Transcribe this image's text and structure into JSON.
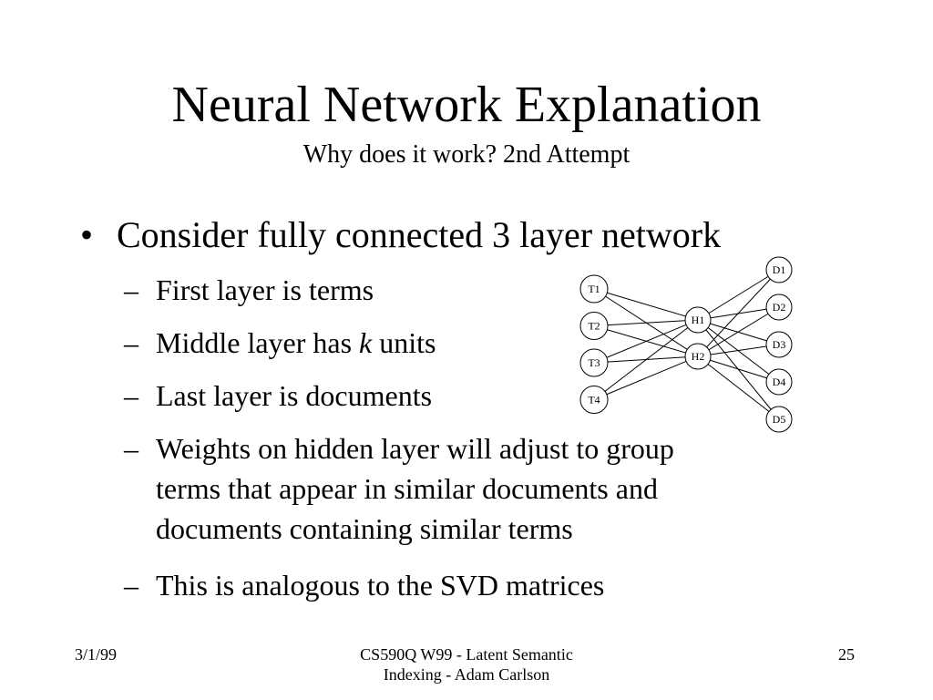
{
  "slide": {
    "title": "Neural Network Explanation",
    "subtitle": "Why does it work? 2nd Attempt"
  },
  "bullets": {
    "main": {
      "marker": "•",
      "text": "Consider fully connected 3 layer network"
    },
    "sub": [
      {
        "marker": "–",
        "text": "First layer is terms"
      },
      {
        "marker": "–",
        "text_before": "Middle layer has ",
        "text_italic": "k",
        "text_after": " units"
      },
      {
        "marker": "–",
        "text": "Last layer is documents"
      },
      {
        "marker": "–",
        "line1": "Weights on hidden layer will adjust to group",
        "line2": "terms that appear in similar documents and",
        "line3": "documents containing similar terms"
      },
      {
        "marker": "–",
        "text": "This is analogous to the SVD matrices"
      }
    ]
  },
  "diagram": {
    "input_nodes": [
      "T1",
      "T2",
      "T3",
      "T4"
    ],
    "hidden_nodes": [
      "H1",
      "H2"
    ],
    "output_nodes": [
      "D1",
      "D2",
      "D3",
      "D4",
      "D5"
    ]
  },
  "footer": {
    "date": "3/1/99",
    "course_line1": "CS590Q W99 - Latent Semantic",
    "course_line2": "Indexing - Adam Carlson",
    "page": "25"
  }
}
